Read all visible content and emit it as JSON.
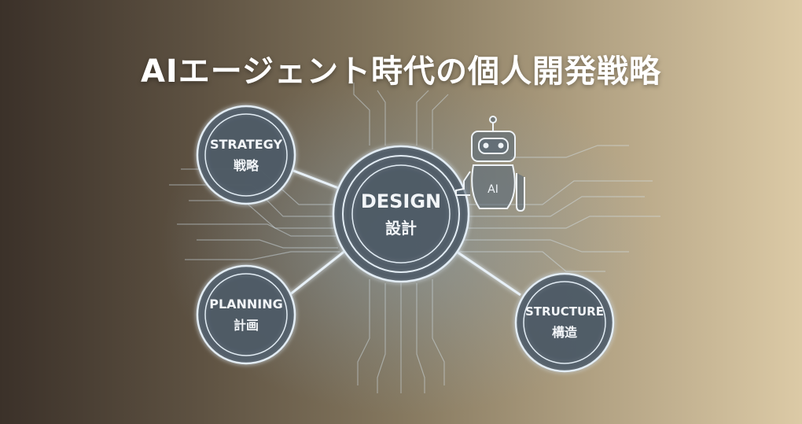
{
  "title": "AIエージェント時代の個人開発戦略",
  "nodes": {
    "strategy": {
      "en": "STRATEGY",
      "jp": "戦略"
    },
    "design": {
      "en": "DESIGN",
      "jp": "設計"
    },
    "planning": {
      "en": "PLANNING",
      "jp": "計画"
    },
    "structure": {
      "en": "STRUCTURE",
      "jp": "構造"
    }
  },
  "robot": {
    "badge": "AI"
  },
  "colors": {
    "line": "#dfeaf3",
    "circle_fill": "#4f5a66",
    "accent_glow": "#9fc3e0"
  }
}
